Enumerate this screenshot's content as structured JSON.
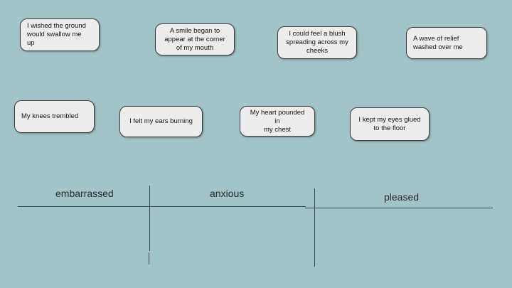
{
  "theme": {
    "bg": "#a2c3c8",
    "card_fill": "#ededed",
    "card_border": "#3f3f3f",
    "card_text": "#141414",
    "label_color": "#2b2b2b",
    "line_color": "#36454d"
  },
  "cards": [
    {
      "text": "I wished the ground\nwould swallow me\nup"
    },
    {
      "text": "A smile began to\nappear at the corner\nof my mouth"
    },
    {
      "text": "I could feel a blush\nspreading across my\ncheeks"
    },
    {
      "text": "A wave of relief\nwashed over me"
    },
    {
      "text": "My knees trembled"
    },
    {
      "text": "I felt my ears burning"
    },
    {
      "text": "My heart pounded in\nmy chest"
    },
    {
      "text": "I kept my eyes glued\nto the floor"
    }
  ],
  "categories": [
    {
      "label": "embarrassed"
    },
    {
      "label": "anxious"
    },
    {
      "label": "pleased"
    }
  ]
}
